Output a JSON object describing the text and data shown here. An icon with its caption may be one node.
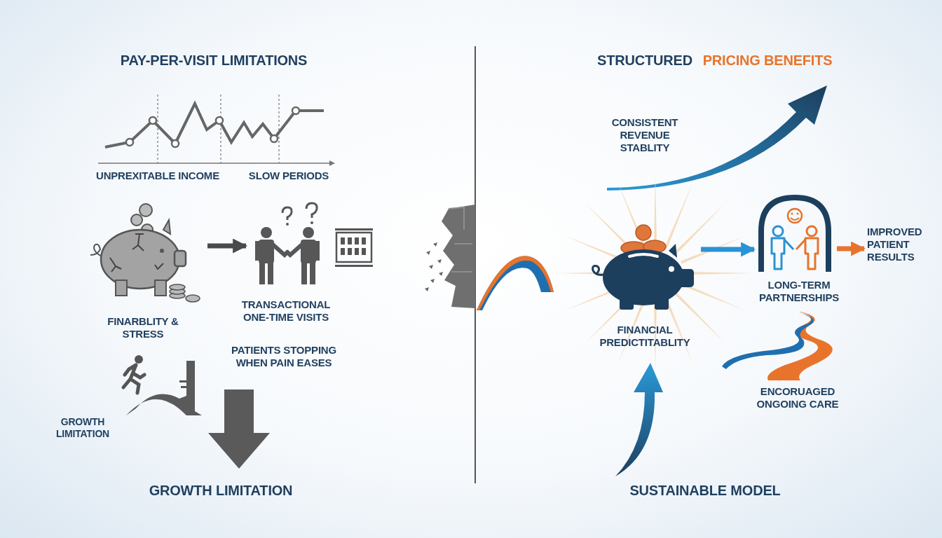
{
  "diagram": {
    "nodes": [
      {
        "text": [],
        "shape": "picture",
        "beside": [
          "FINARBLITY & STRESS"
        ]
      },
      {
        "text": [],
        "shape": "picture",
        "beside": [
          "TRANSACTIONAL ONE-TIME VISITS"
        ]
      },
      {
        "text": [],
        "shape": "picture",
        "beside": [
          "FINANCIAL PREDICTITABLITY"
        ]
      },
      {
        "text": [],
        "shape": "picture",
        "beside": [
          "LONG-TERM PARTNERSHIPS"
        ]
      },
      {
        "text": [
          "IMPROVED PATIENT RESULTS"
        ]
      }
    ],
    "edges": [
      {
        "from": 0,
        "to": 1,
        "arrow": "to",
        "color": "#4a4a4a"
      },
      {
        "from": 2,
        "to": 3,
        "arrow": "to",
        "color": "#2a92d6"
      },
      {
        "from": 3,
        "to": 4,
        "arrow": "to",
        "color": "#e8742c"
      }
    ],
    "labels": [
      "PAY-PER-VISIT LIMITATIONS",
      "STRUCTURED",
      "PRICING BENEFITS",
      "UNPREXITABLE INCOME",
      "SLOW PERIODS",
      "CONSISTENT REVENUE STABLITY",
      "PATIENTS STOPPING WHEN PAIN EASES",
      "ENCORUAGED ONGOING CARE",
      "GROWTH LIMITATION",
      "GROWTH LIMITATION",
      "SUSTAINABLE MODEL"
    ]
  }
}
